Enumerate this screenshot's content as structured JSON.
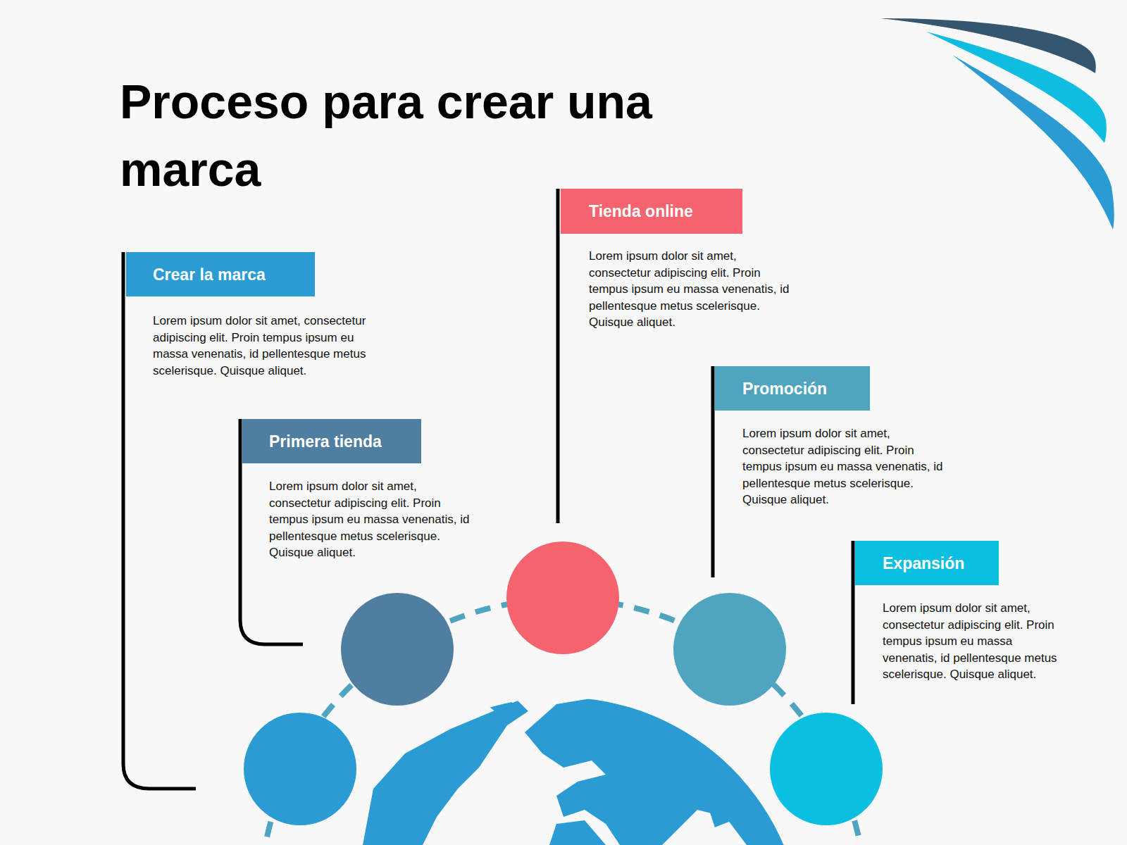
{
  "diagram": {
    "title": "Proceso para crear una marca",
    "nodes": [
      {
        "text": [
          "Crear la marca",
          "Lorem ipsum dolor sit amet, consectetur adipiscing elit. Proin tempus ipsum eu massa venenatis, id pellentesque metus scelerisque. Quisque aliquet."
        ]
      },
      {
        "text": [
          "Primera tienda",
          "Lorem ipsum dolor sit amet, consectetur adipiscing elit. Proin tempus ipsum eu massa venenatis, id pellentesque metus scelerisque. Quisque aliquet."
        ]
      },
      {
        "text": [
          "Tienda online",
          "Lorem ipsum dolor sit amet, consectetur adipiscing elit. Proin tempus ipsum eu massa venenatis, id pellentesque metus scelerisque. Quisque aliquet."
        ]
      },
      {
        "text": [
          "Promoción",
          "Lorem ipsum dolor sit amet, consectetur adipiscing elit. Proin tempus ipsum eu massa venenatis, id pellentesque metus scelerisque. Quisque aliquet."
        ]
      },
      {
        "text": [
          "Expansión",
          "Lorem ipsum dolor sit amet, consectetur adipiscing elit. Proin tempus ipsum eu massa venenatis, id pellentesque metus scelerisque. Quisque aliquet."
        ]
      }
    ]
  }
}
